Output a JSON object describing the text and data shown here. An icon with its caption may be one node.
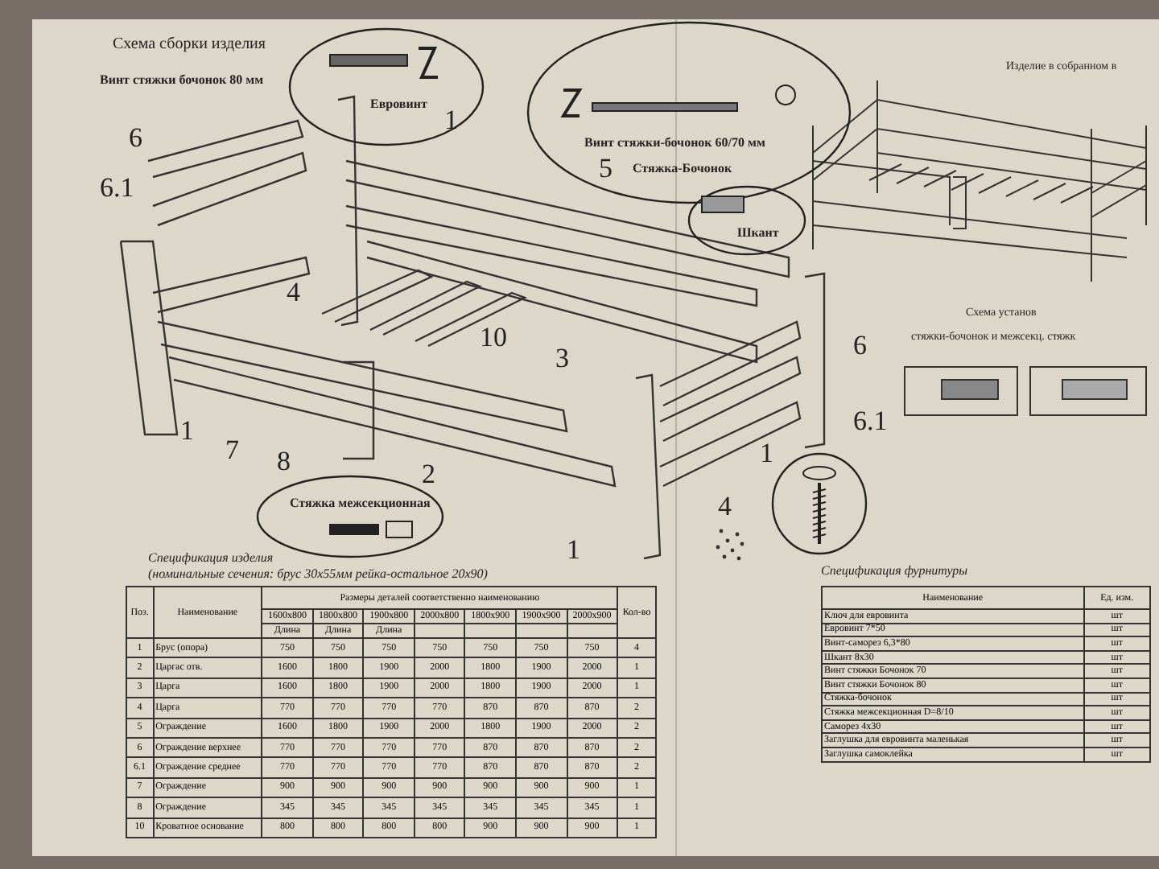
{
  "diagram": {
    "title": "Схема сборки изделия",
    "nodes": [
      {
        "text": [
          "Евровинт"
        ]
      },
      {
        "text": [
          "Винт стяжки-бочонок 60/70 мм",
          "Стяжка-Бочонок"
        ]
      },
      {
        "text": [
          "Шкант"
        ]
      },
      {
        "text": [
          "Стяжка межсекционная"
        ]
      },
      {
        "text": [],
        "shape": "circle"
      }
    ],
    "labels": [
      "Винт стяжки бочонок 80 мм",
      "6",
      "6.1",
      "1",
      "5",
      "Изделие в собранном в",
      "4",
      "10",
      "3",
      "6",
      "Схема установ",
      "стяжки-бочонок и межсекц. стяжк",
      "6.1",
      "1",
      "7",
      "8",
      "1",
      "2",
      "4",
      "1",
      "Спецификация изделия",
      "(номинальные сечения: брус 30х55мм рейка-остальное 20х90)",
      "Спецификация фурнитуры",
      "Поз.",
      "Наименование",
      "Размеры деталей соответственно наименованию",
      "Кол-во",
      "1600х800",
      "1800х800",
      "1900х800",
      "2000х800",
      "1800х900",
      "1900х900",
      "2000х900",
      "Длина",
      "Длина",
      "Длина",
      "1",
      "Брус (опора)",
      "750",
      "750",
      "750",
      "750",
      "750",
      "750",
      "750",
      "4",
      "2",
      "Царгас отв.",
      "1600",
      "1800",
      "1900",
      "2000",
      "1800",
      "1900",
      "2000",
      "1",
      "3",
      "Царга",
      "1600",
      "1800",
      "1900",
      "2000",
      "1800",
      "1900",
      "2000",
      "1",
      "4",
      "Царга",
      "770",
      "770",
      "770",
      "770",
      "870",
      "870",
      "870",
      "2",
      "5",
      "Ограждение",
      "1600",
      "1800",
      "1900",
      "2000",
      "1800",
      "1900",
      "2000",
      "2",
      "6",
      "Ограждение верхнее",
      "770",
      "770",
      "770",
      "770",
      "870",
      "870",
      "870",
      "2",
      "6.1",
      "Ограждение среднее",
      "770",
      "770",
      "770",
      "770",
      "870",
      "870",
      "870",
      "2",
      "7",
      "Ограждение",
      "900",
      "900",
      "900",
      "900",
      "900",
      "900",
      "900",
      "1",
      "8",
      "Ограждение",
      "345",
      "345",
      "345",
      "345",
      "345",
      "345",
      "345",
      "1",
      "10",
      "Кроватное основание",
      "800",
      "800",
      "800",
      "800",
      "900",
      "900",
      "900",
      "1",
      "Наименование",
      "Ед. изм.",
      "Ключ для евровинта",
      "шт",
      "Евровинт 7*50",
      "шт",
      "Винт-саморез 6,3*80",
      "шт",
      "Шкант 8х30",
      "шт",
      "Винт стяжки Бочонок 70",
      "шт",
      "Винт стяжки Бочонок 80",
      "шт",
      "Стяжка-бочонок",
      "шт",
      "Стяжка межсекционная D=8/10",
      "шт",
      "Саморез 4х30",
      "шт",
      "Заглушка для евровинта маленькая",
      "шт",
      "Заглушка самоклейка",
      "шт"
    ]
  }
}
